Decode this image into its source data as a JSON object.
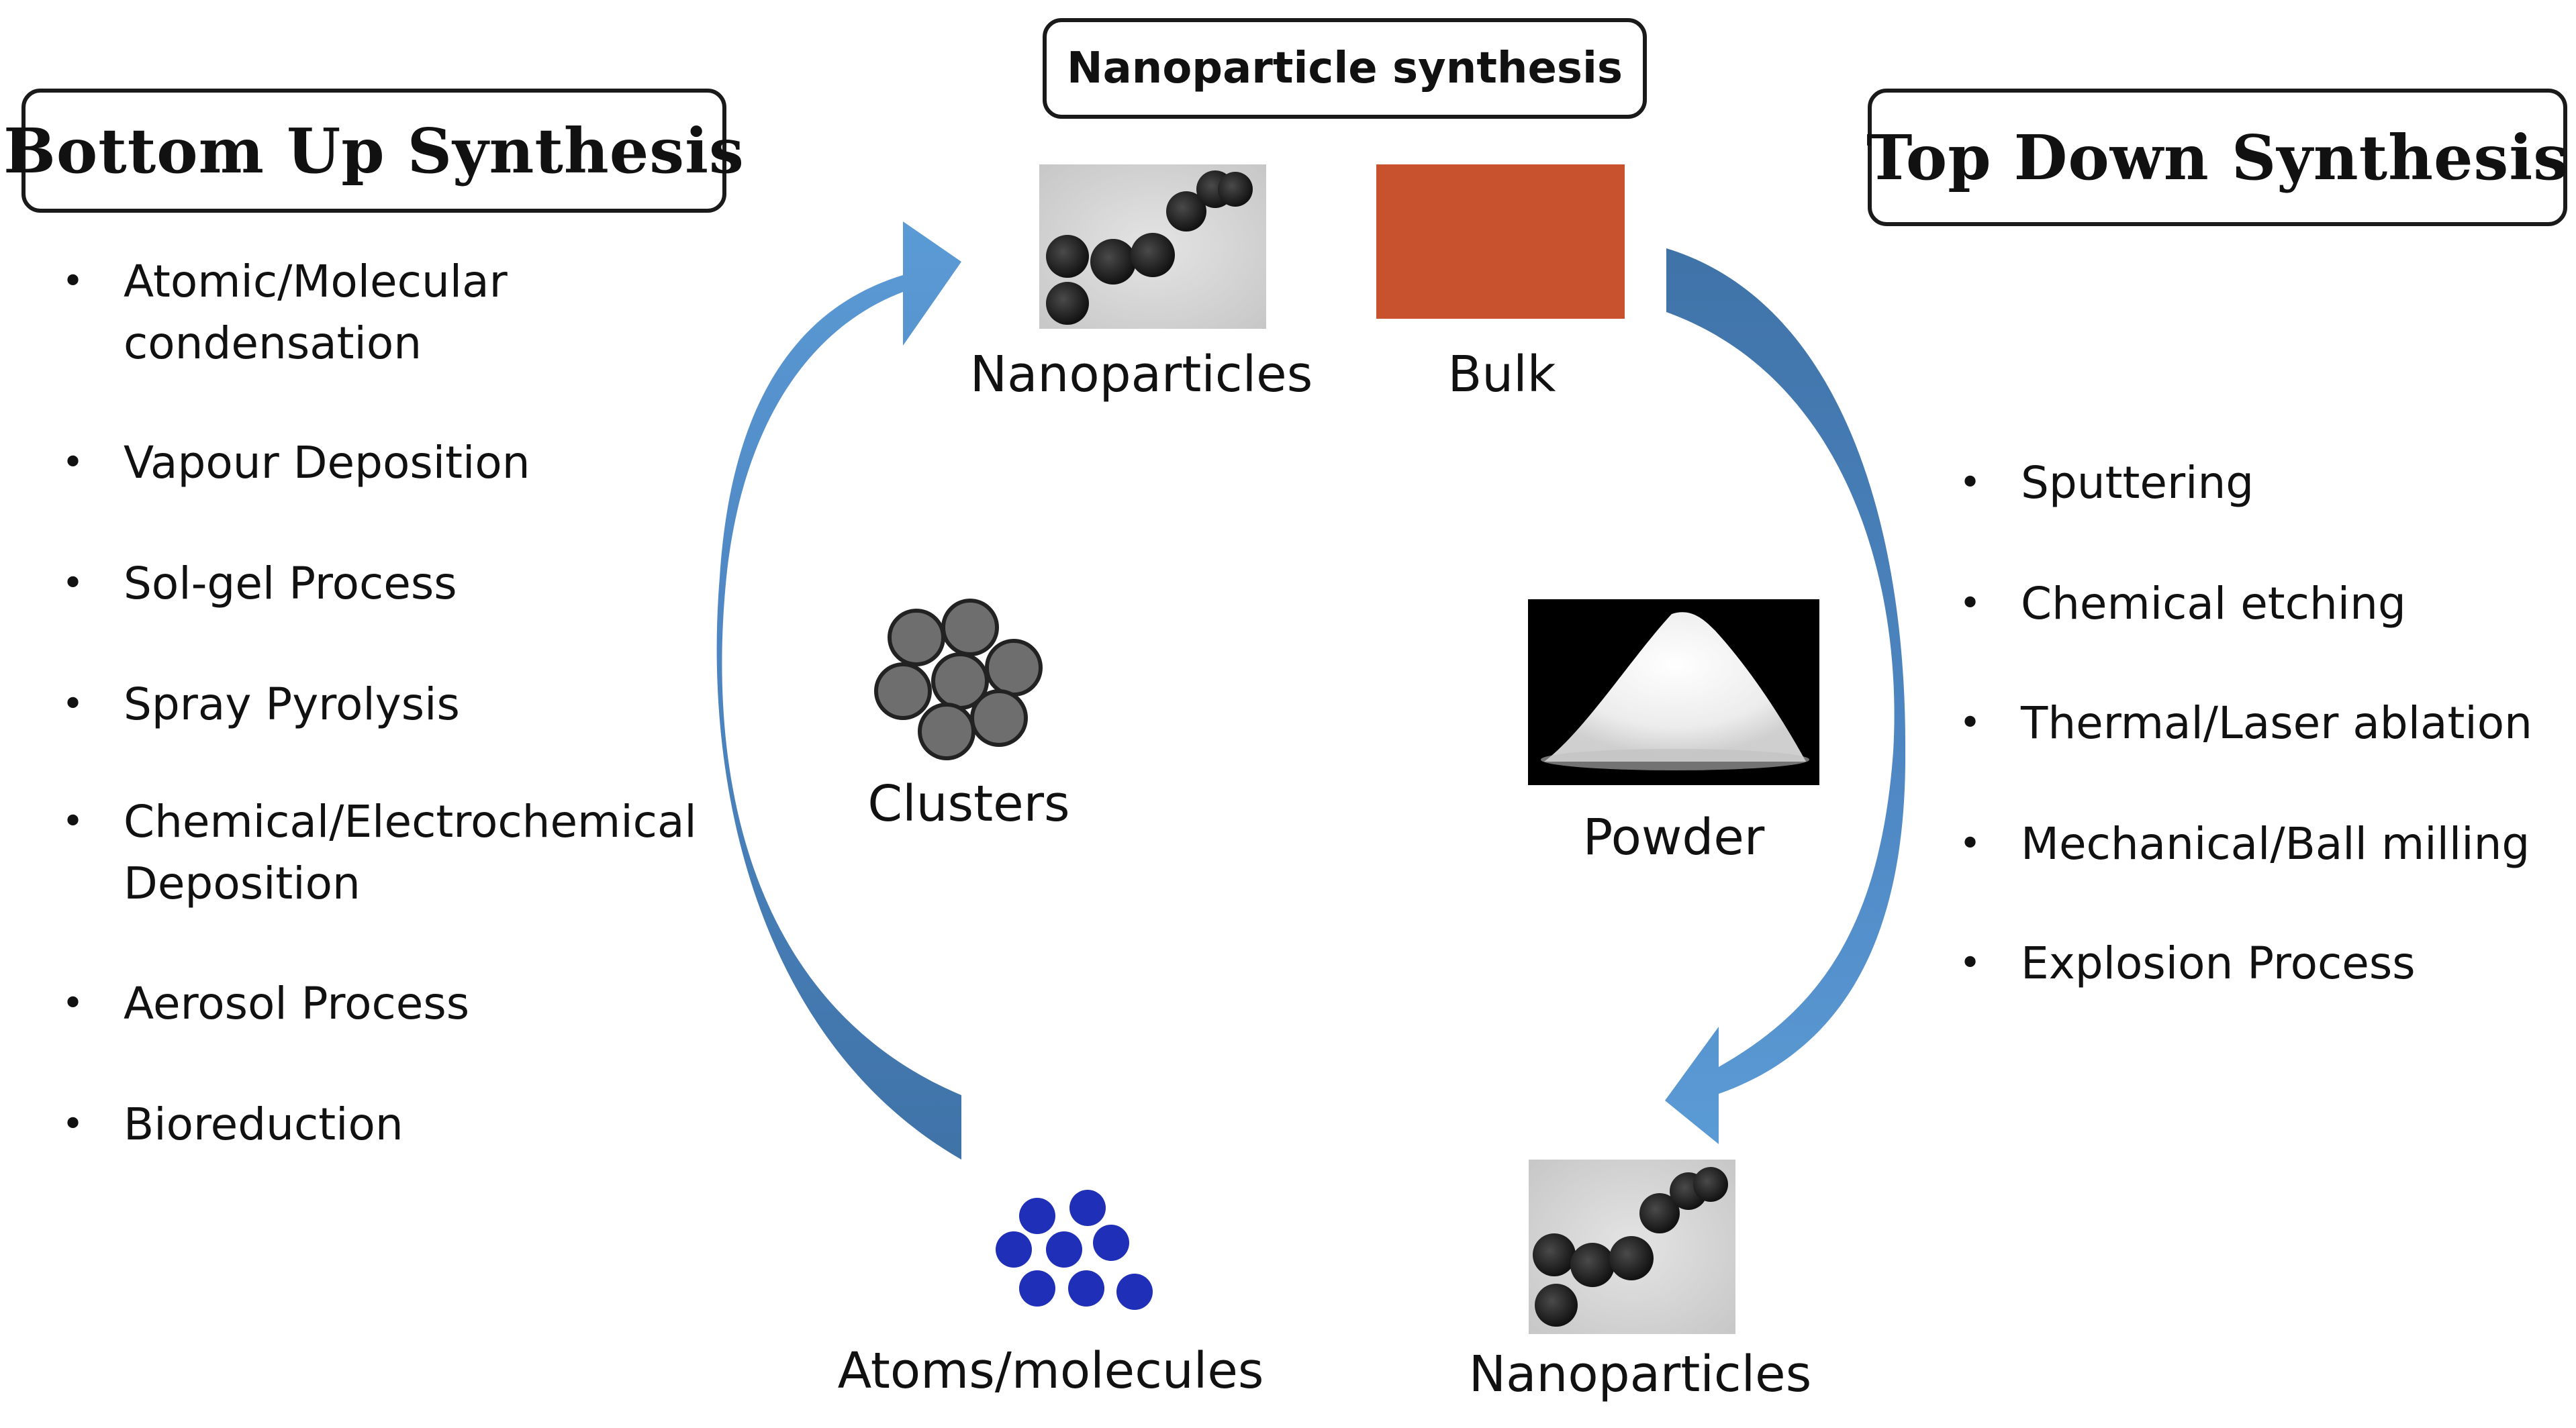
{
  "center_title": "Nanoparticle synthesis",
  "bottom_up": {
    "title": "Bottom Up Synthesis",
    "items": [
      "Atomic/Molecular condensation",
      "Vapour Deposition",
      "Sol-gel Process",
      "Spray Pyrolysis",
      "Chemical/Electrochemical Deposition",
      "Aerosol Process",
      "Bioreduction"
    ]
  },
  "top_down": {
    "title": "Top Down Synthesis",
    "items": [
      "Sputtering",
      "Chemical etching",
      "Thermal/Laser ablation",
      "Mechanical/Ball milling",
      "Explosion Process"
    ]
  },
  "stages": {
    "nanoparticles_top": "Nanoparticles",
    "bulk": "Bulk",
    "clusters": "Clusters",
    "powder": "Powder",
    "atoms": "Atoms/molecules",
    "nanoparticles_bottom": "Nanoparticles"
  },
  "colors": {
    "arrow_dark": "#3f73a8",
    "arrow_light": "#5b9bd5",
    "bulk": "#c9522e",
    "atom_blue": "#1f2fb8",
    "cluster_gray": "#6e6e6e",
    "box_border": "#1a1a1a"
  },
  "bullet_glyph": "•"
}
